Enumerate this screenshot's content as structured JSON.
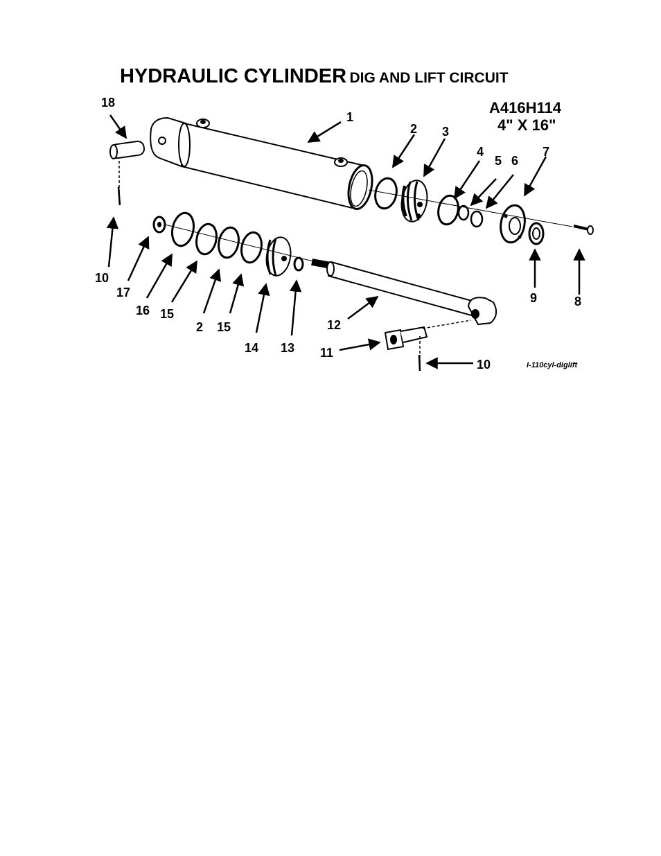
{
  "header": {
    "title_main": "HYDRAULIC CYLINDER",
    "title_sub": "DIG AND LIFT CIRCUIT",
    "model": "A416H114",
    "size": "4\" X 16\""
  },
  "figure_id": "I-110cyl-diglift",
  "callouts": [
    "1",
    "2",
    "3",
    "4",
    "5",
    "6",
    "7",
    "8",
    "9",
    "10",
    "17",
    "16",
    "15",
    "2",
    "15",
    "14",
    "13",
    "12",
    "11",
    "10",
    "18"
  ]
}
